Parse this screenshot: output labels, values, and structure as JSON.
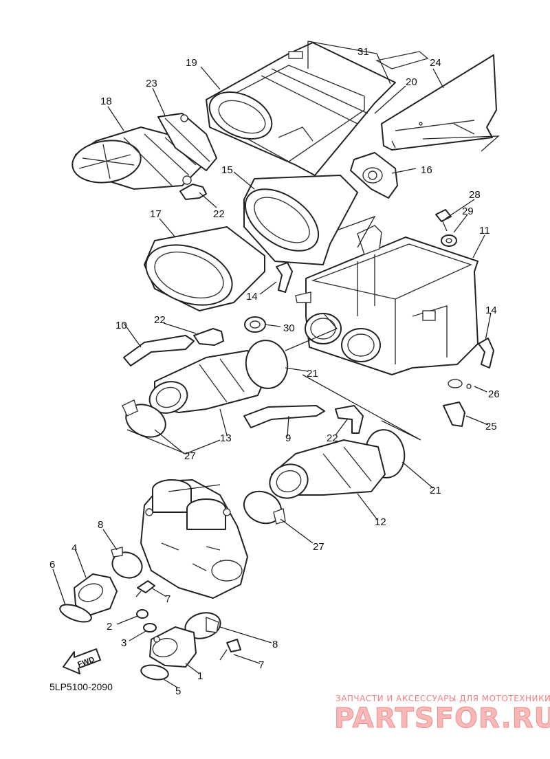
{
  "diagram": {
    "drawing_code": "5LP5100-2090",
    "fwd_label": "FWD",
    "watermark": {
      "tagline": "ЗАПЧАСТИ И АКСЕССУАРЫ ДЛЯ МОТОТЕХНИКИ",
      "brand": "PARTSFOR.RU"
    },
    "callouts": [
      {
        "id": "c31",
        "label": "31"
      },
      {
        "id": "c24",
        "label": "24"
      },
      {
        "id": "c19",
        "label": "19"
      },
      {
        "id": "c20",
        "label": "20"
      },
      {
        "id": "c23",
        "label": "23"
      },
      {
        "id": "c18",
        "label": "18"
      },
      {
        "id": "c15",
        "label": "15"
      },
      {
        "id": "c16",
        "label": "16"
      },
      {
        "id": "c22a",
        "label": "22"
      },
      {
        "id": "c17",
        "label": "17"
      },
      {
        "id": "c28",
        "label": "28"
      },
      {
        "id": "c29",
        "label": "29"
      },
      {
        "id": "c11",
        "label": "11"
      },
      {
        "id": "c14a",
        "label": "14"
      },
      {
        "id": "c10",
        "label": "10"
      },
      {
        "id": "c22b",
        "label": "22"
      },
      {
        "id": "c30",
        "label": "30"
      },
      {
        "id": "c14b",
        "label": "14"
      },
      {
        "id": "c21a",
        "label": "21"
      },
      {
        "id": "c26",
        "label": "26"
      },
      {
        "id": "c13",
        "label": "13"
      },
      {
        "id": "c9",
        "label": "9"
      },
      {
        "id": "c22c",
        "label": "22"
      },
      {
        "id": "c25",
        "label": "25"
      },
      {
        "id": "c27a",
        "label": "27"
      },
      {
        "id": "c21b",
        "label": "21"
      },
      {
        "id": "c12",
        "label": "12"
      },
      {
        "id": "c8a",
        "label": "8"
      },
      {
        "id": "c27b",
        "label": "27"
      },
      {
        "id": "c4",
        "label": "4"
      },
      {
        "id": "c6",
        "label": "6"
      },
      {
        "id": "c7a",
        "label": "7"
      },
      {
        "id": "c2",
        "label": "2"
      },
      {
        "id": "c3",
        "label": "3"
      },
      {
        "id": "c8b",
        "label": "8"
      },
      {
        "id": "c7b",
        "label": "7"
      },
      {
        "id": "c1",
        "label": "1"
      },
      {
        "id": "c5",
        "label": "5"
      }
    ]
  }
}
